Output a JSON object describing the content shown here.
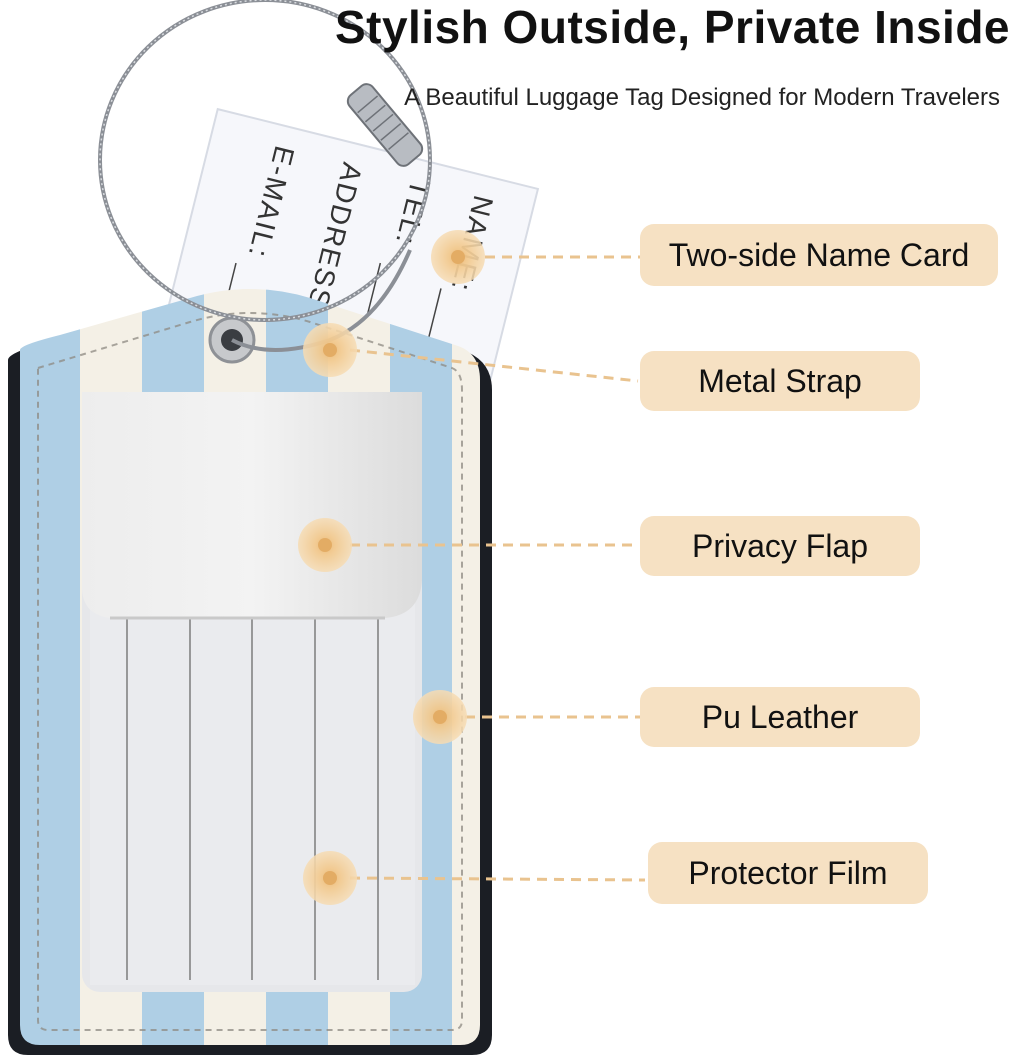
{
  "header": {
    "title": "Stylish Outside, Private Inside",
    "subtitle": "A Beautiful Luggage Tag Designed for Modern Travelers"
  },
  "name_card": {
    "lines": [
      "NAME:",
      "TEL:",
      "ADDRESS:",
      "E-MAIL:"
    ]
  },
  "callouts": [
    {
      "label": "Two-side Name Card"
    },
    {
      "label": "Metal Strap"
    },
    {
      "label": "Privacy Flap"
    },
    {
      "label": "Pu Leather"
    },
    {
      "label": "Protector Film"
    }
  ],
  "colors": {
    "stripe_blue": "#a9cbe3",
    "stripe_cream": "#f4efe4",
    "callout_bg": "#f6e1c3",
    "marker": "#f2c98e",
    "leader_line": "#e9c38f"
  }
}
